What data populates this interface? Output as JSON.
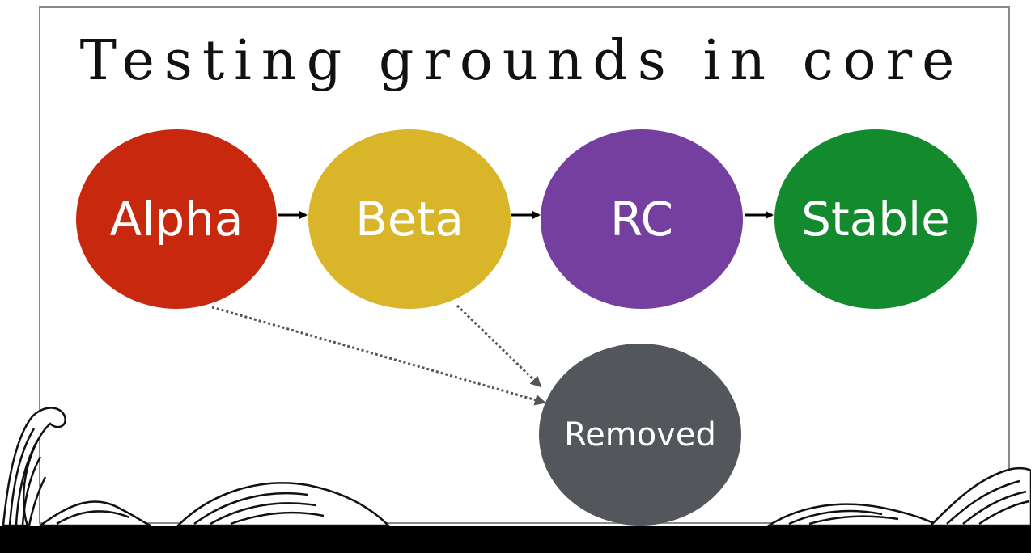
{
  "slide": {
    "title": "Testing grounds in core"
  },
  "nodes": [
    {
      "id": "alpha",
      "label": "Alpha",
      "color": "#c8290e"
    },
    {
      "id": "beta",
      "label": "Beta",
      "color": "#d9b52a"
    },
    {
      "id": "rc",
      "label": "RC",
      "color": "#753fa0"
    },
    {
      "id": "stable",
      "label": "Stable",
      "color": "#148a2f"
    },
    {
      "id": "removed",
      "label": "Removed",
      "color": "#53575c"
    }
  ],
  "edges": [
    {
      "from": "alpha",
      "to": "beta",
      "style": "solid"
    },
    {
      "from": "beta",
      "to": "rc",
      "style": "solid"
    },
    {
      "from": "rc",
      "to": "stable",
      "style": "solid"
    },
    {
      "from": "alpha",
      "to": "removed",
      "style": "dotted"
    },
    {
      "from": "beta",
      "to": "removed",
      "style": "dotted"
    }
  ],
  "decoration": {
    "waves": "wave-illustration",
    "bar_color": "#000000"
  }
}
